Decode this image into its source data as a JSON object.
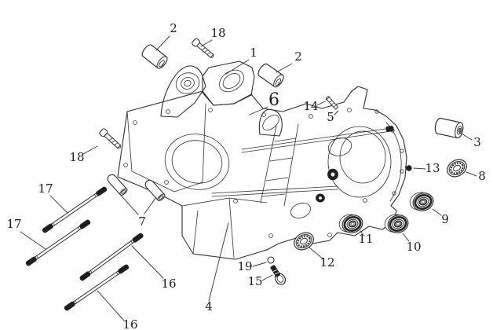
{
  "figure": {
    "kind": "exploded-parts-diagram",
    "subject": "engine-crankcase-assembly",
    "background_color": "#ffffff",
    "line_color": "#2f2f2f",
    "label_color": "#1c1c1c"
  },
  "callouts": [
    {
      "label": "2"
    },
    {
      "label": "18"
    },
    {
      "label": "1"
    },
    {
      "label": "2"
    },
    {
      "label": "6"
    },
    {
      "label": "14"
    },
    {
      "label": "5"
    },
    {
      "label": "3"
    },
    {
      "label": "18"
    },
    {
      "label": "13"
    },
    {
      "label": "8"
    },
    {
      "label": "17"
    },
    {
      "label": "17"
    },
    {
      "label": "7"
    },
    {
      "label": "9"
    },
    {
      "label": "11"
    },
    {
      "label": "10"
    },
    {
      "label": "12"
    },
    {
      "label": "19"
    },
    {
      "label": "15"
    },
    {
      "label": "16"
    },
    {
      "label": "16"
    },
    {
      "label": "4"
    }
  ]
}
